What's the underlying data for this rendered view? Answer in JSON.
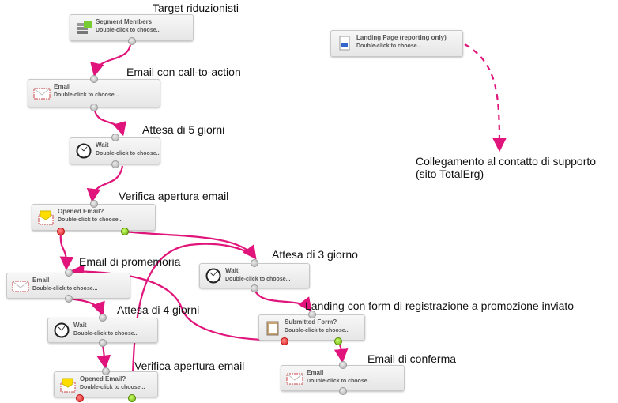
{
  "hint": "Double-click to choose...",
  "nodes": [
    {
      "title": "Segment Members",
      "annotation": "Target riduzionisti",
      "icon": "segment-icon"
    },
    {
      "title": "Email",
      "annotation": "Email con call-to-action",
      "icon": "envelope-icon"
    },
    {
      "title": "Wait",
      "annotation": "Attesa di 5 giorni",
      "icon": "clock-icon"
    },
    {
      "title": "Opened Email?",
      "annotation": "Verifica apertura email",
      "icon": "opened-email-icon"
    },
    {
      "title": "Email",
      "annotation": "Email di promemoria",
      "icon": "envelope-icon"
    },
    {
      "title": "Wait",
      "annotation": "Attesa di 4 giorni",
      "icon": "clock-icon"
    },
    {
      "title": "Opened Email?",
      "annotation": "Verifica apertura email",
      "icon": "opened-email-icon"
    },
    {
      "title": "Wait",
      "annotation": "Attesa di 3 giorno",
      "icon": "clock-icon"
    },
    {
      "title": "Submitted Form?",
      "annotation": "Landing con form di registrazione a promozione inviato",
      "icon": "clipboard-icon"
    },
    {
      "title": "Email",
      "annotation": "Email di conferma",
      "icon": "envelope-icon"
    },
    {
      "title": "Landing Page (reporting only)",
      "annotation": "Collegamento al contatto di supporto",
      "annotation2": "(sito TotalErg)",
      "icon": "landing-page-icon"
    }
  ],
  "colors": {
    "connector": "#e0147a"
  }
}
